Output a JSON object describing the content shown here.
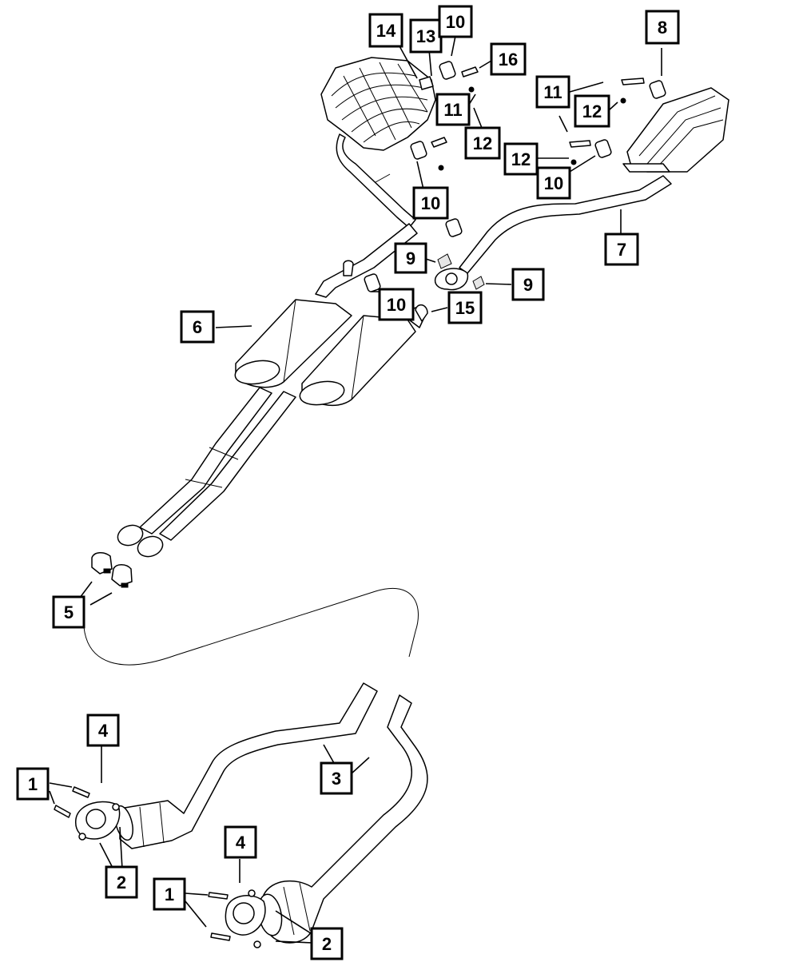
{
  "diagram": {
    "callouts": [
      {
        "id": "c1a",
        "label": "1"
      },
      {
        "id": "c1b",
        "label": "1"
      },
      {
        "id": "c2a",
        "label": "2"
      },
      {
        "id": "c2b",
        "label": "2"
      },
      {
        "id": "c3",
        "label": "3"
      },
      {
        "id": "c4a",
        "label": "4"
      },
      {
        "id": "c4b",
        "label": "4"
      },
      {
        "id": "c5",
        "label": "5"
      },
      {
        "id": "c6",
        "label": "6"
      },
      {
        "id": "c7",
        "label": "7"
      },
      {
        "id": "c8",
        "label": "8"
      },
      {
        "id": "c9a",
        "label": "9"
      },
      {
        "id": "c9b",
        "label": "9"
      },
      {
        "id": "c10a",
        "label": "10"
      },
      {
        "id": "c10b",
        "label": "10"
      },
      {
        "id": "c10c",
        "label": "10"
      },
      {
        "id": "c10d",
        "label": "10"
      },
      {
        "id": "c11a",
        "label": "11"
      },
      {
        "id": "c11b",
        "label": "11"
      },
      {
        "id": "c12a",
        "label": "12"
      },
      {
        "id": "c12b",
        "label": "12"
      },
      {
        "id": "c12c",
        "label": "12"
      },
      {
        "id": "c13",
        "label": "13"
      },
      {
        "id": "c14",
        "label": "14"
      },
      {
        "id": "c15",
        "label": "15"
      },
      {
        "id": "c16",
        "label": "16"
      }
    ]
  }
}
